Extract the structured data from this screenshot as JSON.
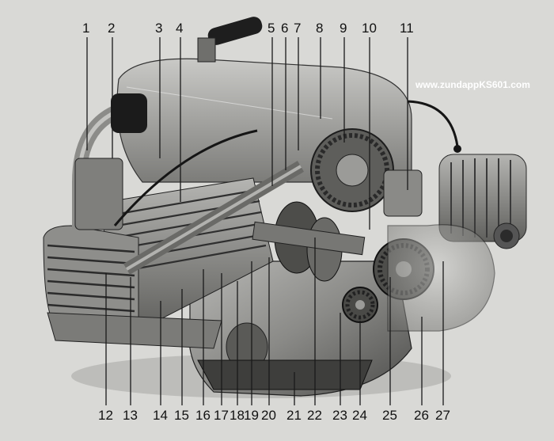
{
  "watermark": "www.zundappKS601.com",
  "top_labels": [
    "1",
    "2",
    "3",
    "4",
    "5",
    "6",
    "7",
    "8",
    "9",
    "10",
    "11"
  ],
  "bottom_labels": [
    "12",
    "13",
    "14",
    "15",
    "16",
    "17",
    "18",
    "19",
    "20",
    "21",
    "22",
    "23",
    "24",
    "25",
    "26",
    "27"
  ],
  "colors": {
    "paper": "#d9d9d6",
    "ink": "#111111",
    "watermark": "#ffffff"
  }
}
